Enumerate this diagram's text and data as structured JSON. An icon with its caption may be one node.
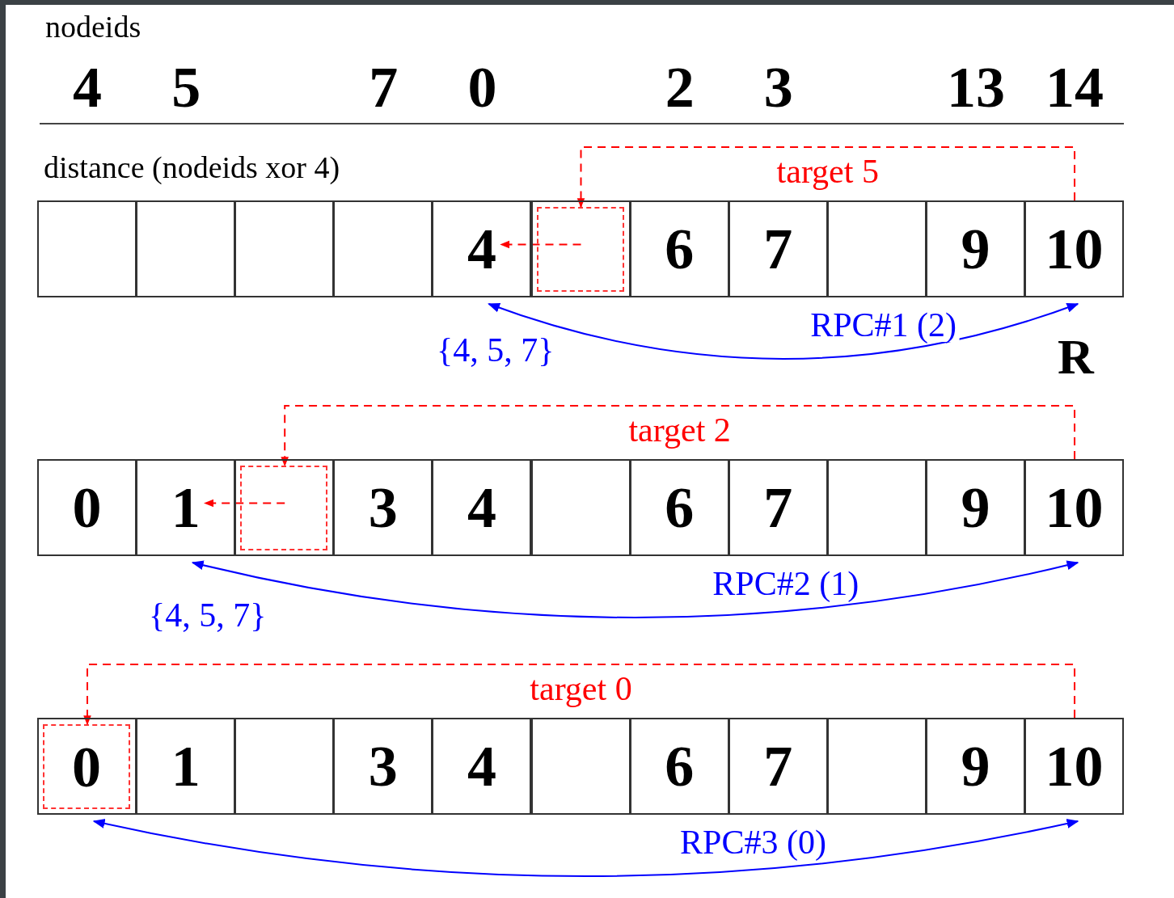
{
  "diagram": {
    "nodes": [
      {
        "text": [],
        "shape": "box"
      },
      {
        "text": [],
        "shape": "box"
      },
      {
        "text": [],
        "shape": "box"
      },
      {
        "text": [],
        "shape": "box"
      },
      {
        "text": [
          "4"
        ]
      },
      {
        "text": [],
        "shape": "box"
      },
      {
        "text": [],
        "shape": "box",
        "in": 5
      },
      {
        "text": [
          "6"
        ]
      },
      {
        "text": [
          "7"
        ]
      },
      {
        "text": [],
        "shape": "box"
      },
      {
        "text": [
          "9"
        ]
      },
      {
        "text": [
          "10"
        ]
      },
      {
        "text": [
          "0"
        ]
      },
      {
        "text": [
          "1"
        ]
      },
      {
        "text": [],
        "shape": "box"
      },
      {
        "text": [],
        "shape": "box",
        "in": 14
      },
      {
        "text": [
          "3"
        ]
      },
      {
        "text": [
          "4"
        ]
      },
      {
        "text": [],
        "shape": "box"
      },
      {
        "text": [
          "6"
        ]
      },
      {
        "text": [
          "7"
        ]
      },
      {
        "text": [],
        "shape": "box"
      },
      {
        "text": [
          "9"
        ]
      },
      {
        "text": [
          "10"
        ]
      },
      {
        "text": [],
        "shape": "box"
      },
      {
        "text": [
          "0"
        ],
        "in": 24
      },
      {
        "text": [
          "1"
        ]
      },
      {
        "text": [],
        "shape": "box"
      },
      {
        "text": [
          "3"
        ]
      },
      {
        "text": [
          "4"
        ]
      },
      {
        "text": [],
        "shape": "box"
      },
      {
        "text": [
          "6"
        ]
      },
      {
        "text": [
          "7"
        ]
      },
      {
        "text": [],
        "shape": "box"
      },
      {
        "text": [
          "9"
        ]
      },
      {
        "text": [
          "10"
        ]
      }
    ],
    "edges": [
      {
        "from": 11,
        "to": 6,
        "arrow": "to",
        "label": "target 5",
        "style": "dashed",
        "color": "#ff0000"
      },
      {
        "from": 6,
        "to": 4,
        "arrow": "to",
        "style": "dashed",
        "color": "#ff0000"
      },
      {
        "from": 4,
        "to": 11,
        "arrow": "both",
        "label": "RPC#1 (2)",
        "color": "#0000ff"
      },
      {
        "from": 23,
        "to": 15,
        "arrow": "to",
        "label": "target 2",
        "style": "dashed",
        "color": "#ff0000"
      },
      {
        "from": 15,
        "to": 13,
        "arrow": "to",
        "style": "dashed",
        "color": "#ff0000"
      },
      {
        "from": 13,
        "to": 23,
        "arrow": "both",
        "label": "RPC#2 (1)",
        "color": "#0000ff"
      },
      {
        "from": 35,
        "to": 25,
        "arrow": "to",
        "label": "target 0",
        "style": "dashed",
        "color": "#ff0000"
      },
      {
        "from": 24,
        "to": 35,
        "arrow": "both",
        "label": "RPC#3 (0)",
        "color": "#0000ff"
      }
    ],
    "labels": [
      "nodeids",
      "4",
      "5",
      "7",
      "0",
      "2",
      "3",
      "13",
      "14",
      "distance (nodeids xor 4)",
      "{4, 5, 7}",
      "R",
      "{4, 5, 7}"
    ]
  }
}
